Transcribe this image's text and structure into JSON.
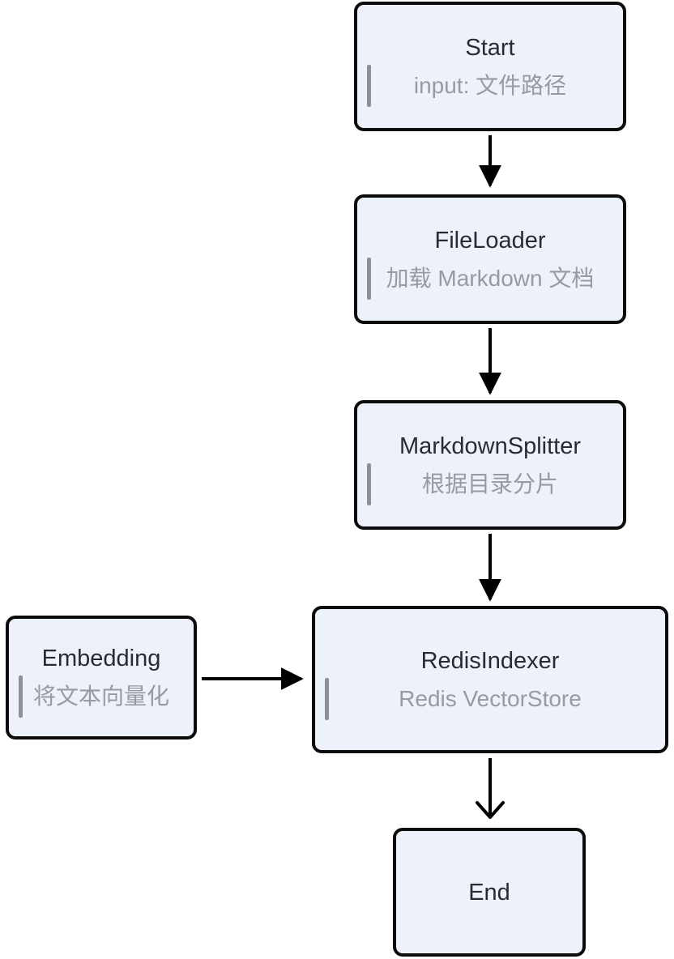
{
  "diagram": {
    "type": "flowchart",
    "direction": "top-down",
    "nodes": {
      "start": {
        "title": "Start",
        "subtitle": "input: 文件路径"
      },
      "file_loader": {
        "title": "FileLoader",
        "subtitle": "加载 Markdown 文档"
      },
      "markdown_splitter": {
        "title": "MarkdownSplitter",
        "subtitle": "根据目录分片"
      },
      "embedding": {
        "title": "Embedding",
        "subtitle": "将文本向量化"
      },
      "redis_indexer": {
        "title": "RedisIndexer",
        "subtitle": "Redis VectorStore"
      },
      "end": {
        "title": "End"
      }
    },
    "edges": [
      {
        "from": "Start",
        "to": "FileLoader",
        "arrowhead": "filled-triangle"
      },
      {
        "from": "FileLoader",
        "to": "MarkdownSplitter",
        "arrowhead": "filled-triangle"
      },
      {
        "from": "MarkdownSplitter",
        "to": "RedisIndexer",
        "arrowhead": "filled-triangle"
      },
      {
        "from": "Embedding",
        "to": "RedisIndexer",
        "arrowhead": "filled-triangle"
      },
      {
        "from": "RedisIndexer",
        "to": "End",
        "arrowhead": "open-chevron"
      }
    ],
    "colors": {
      "node_fill": "#edf1f9",
      "node_border": "#0c0c0c",
      "title_text": "#262b36",
      "subtitle_text": "#959aa4",
      "quote_bar": "#8b919b",
      "arrow": "#000000",
      "background": "#ffffff"
    }
  }
}
